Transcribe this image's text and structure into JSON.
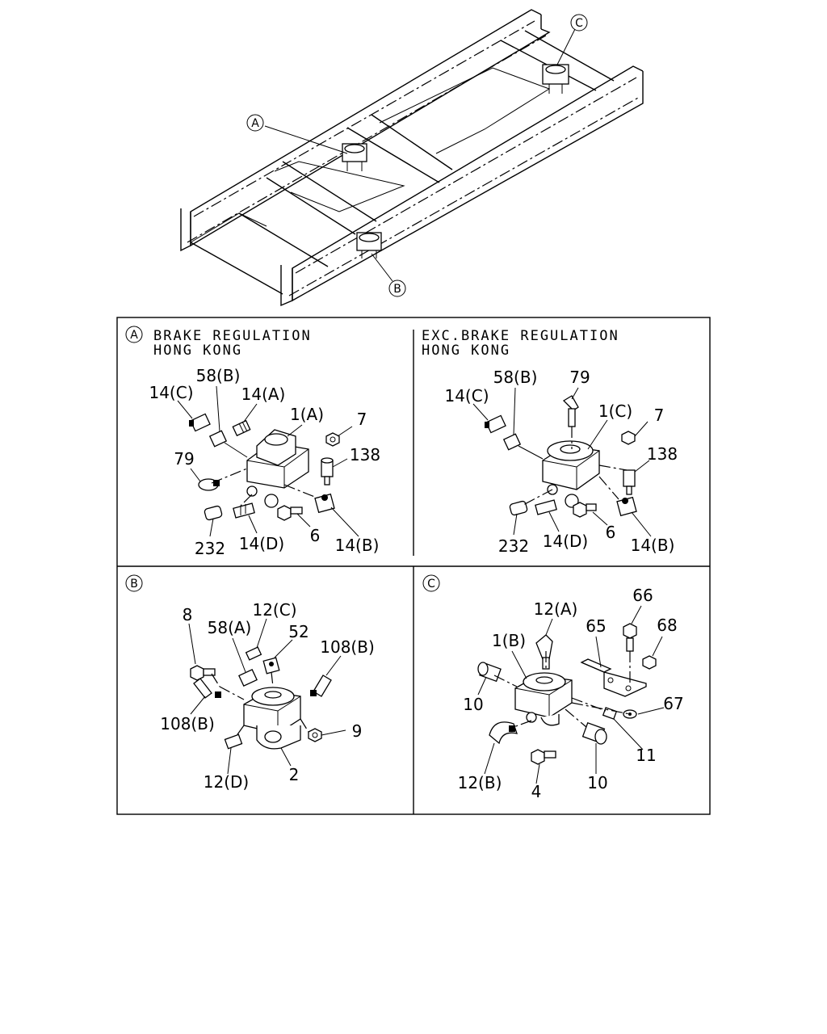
{
  "callouts": {
    "A": "A",
    "B": "B",
    "C": "C"
  },
  "panel_a_left": {
    "header": [
      "BRAKE REGULATION",
      "HONG KONG"
    ],
    "labels": [
      "58(B)",
      "14(C)",
      "14(A)",
      "1(A)",
      "7",
      "138",
      "79",
      "232",
      "14(D)",
      "6",
      "14(B)"
    ]
  },
  "panel_a_right": {
    "header": [
      "EXC.BRAKE REGULATION",
      "HONG KONG"
    ],
    "labels": [
      "58(B)",
      "79",
      "14(C)",
      "1(C)",
      "7",
      "138",
      "232",
      "14(D)",
      "6",
      "14(B)"
    ]
  },
  "panel_b": {
    "labels": [
      "8",
      "12(C)",
      "58(A)",
      "52",
      "108(B)",
      "108(B)",
      "9",
      "12(D)",
      "2"
    ]
  },
  "panel_c": {
    "labels": [
      "66",
      "12(A)",
      "65",
      "68",
      "1(B)",
      "10",
      "67",
      "11",
      "12(B)",
      "4",
      "10"
    ]
  }
}
